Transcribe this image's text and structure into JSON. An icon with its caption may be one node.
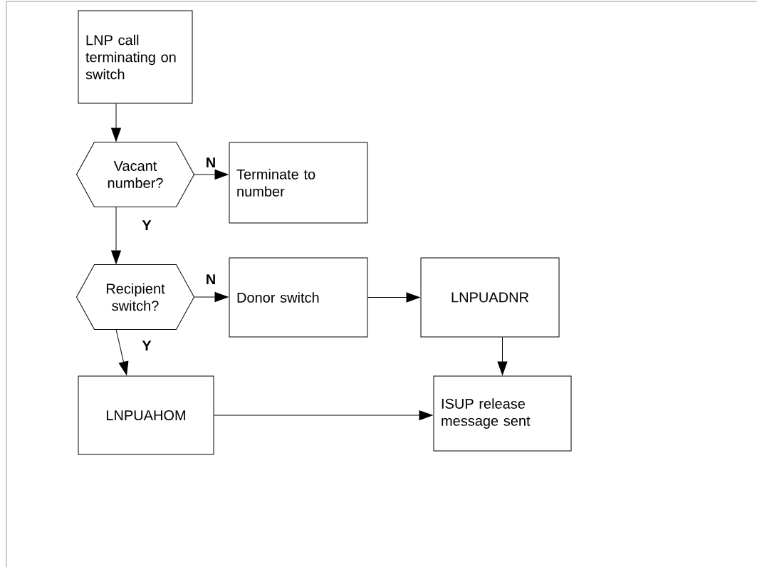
{
  "diagram": {
    "nodes": [
      {
        "text": [
          "LNP call terminating on switch"
        ]
      },
      {
        "text": [
          "Vacant number?"
        ]
      },
      {
        "text": [
          "Terminate to number"
        ]
      },
      {
        "text": [
          "Recipient switch?"
        ]
      },
      {
        "text": [
          "Donor switch"
        ]
      },
      {
        "text": [
          "LNPUADNR"
        ]
      },
      {
        "text": [
          "LNPUAHOM"
        ]
      },
      {
        "text": [
          "ISUP release message sent"
        ]
      }
    ],
    "edges": [
      {
        "from": 0,
        "to": 1,
        "arrow": "to"
      },
      {
        "from": 1,
        "to": 2,
        "arrow": "to",
        "label": "N"
      },
      {
        "from": 1,
        "to": 3,
        "arrow": "to",
        "label": "Y"
      },
      {
        "from": 3,
        "to": 4,
        "arrow": "to",
        "label": "N"
      },
      {
        "from": 3,
        "to": 6,
        "arrow": "to",
        "label": "Y"
      },
      {
        "from": 4,
        "to": 5,
        "arrow": "to"
      },
      {
        "from": 5,
        "to": 7,
        "arrow": "to"
      },
      {
        "from": 6,
        "to": 7,
        "arrow": "to"
      }
    ]
  }
}
